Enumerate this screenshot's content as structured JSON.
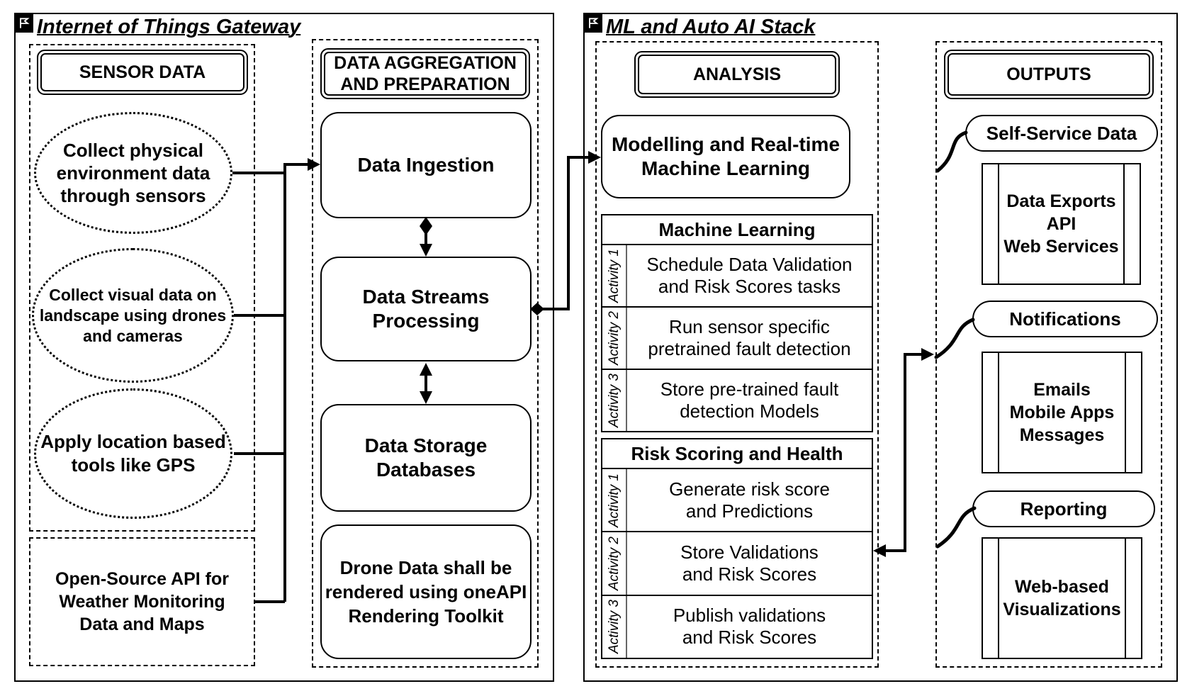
{
  "left_group": {
    "title": "Internet of Things Gateway",
    "sensor": {
      "header": "SENSOR DATA",
      "ellipses": [
        {
          "text": "Collect physical\nenvironment data\nthrough sensors"
        },
        {
          "text": "Collect visual data on\nlandscape using drones\nand cameras"
        },
        {
          "text": "Apply location based\ntools like GPS"
        }
      ]
    },
    "open_source_box": {
      "text": "Open-Source API for\nWeather Monitoring\nData and Maps"
    },
    "aggregation": {
      "header": "DATA AGGREGATION\nAND PREPARATION",
      "boxes": [
        {
          "text": "Data Ingestion"
        },
        {
          "text": "Data Streams\nProcessing"
        },
        {
          "text": "Data Storage\nDatabases"
        },
        {
          "text": "Drone Data shall be\nrendered using oneAPI\nRendering Toolkit"
        }
      ]
    }
  },
  "right_group": {
    "title": "ML and Auto AI Stack",
    "analysis": {
      "header": "ANALYSIS",
      "modelling_box": "Modelling and Real-time\nMachine Learning",
      "ml_table": {
        "header": "Machine Learning",
        "rows": [
          {
            "label": "Activity 1",
            "text": "Schedule Data Validation\nand Risk Scores tasks"
          },
          {
            "label": "Activity 2",
            "text": "Run sensor specific\npretrained fault detection"
          },
          {
            "label": "Activity 3",
            "text": "Store pre-trained fault\ndetection Models"
          }
        ]
      },
      "risk_table": {
        "header": "Risk Scoring and Health",
        "rows": [
          {
            "label": "Activity 1",
            "text": "Generate risk score\nand Predictions"
          },
          {
            "label": "Activity 2",
            "text": "Store Validations\nand Risk Scores"
          },
          {
            "label": "Activity 3",
            "text": "Publish validations\nand Risk Scores"
          }
        ]
      }
    },
    "outputs": {
      "header": "OUTPUTS",
      "groups": [
        {
          "pill": "Self-Service Data",
          "box": "Data Exports\nAPI\nWeb Services"
        },
        {
          "pill": "Notifications",
          "box": "Emails\nMobile Apps\nMessages"
        },
        {
          "pill": "Reporting",
          "box": "Web-based\nVisualizations"
        }
      ]
    }
  },
  "icons": {
    "flag": "frame-flag-icon"
  },
  "colors": {
    "line": "#000000",
    "background": "#ffffff",
    "label_border": "#666666"
  }
}
